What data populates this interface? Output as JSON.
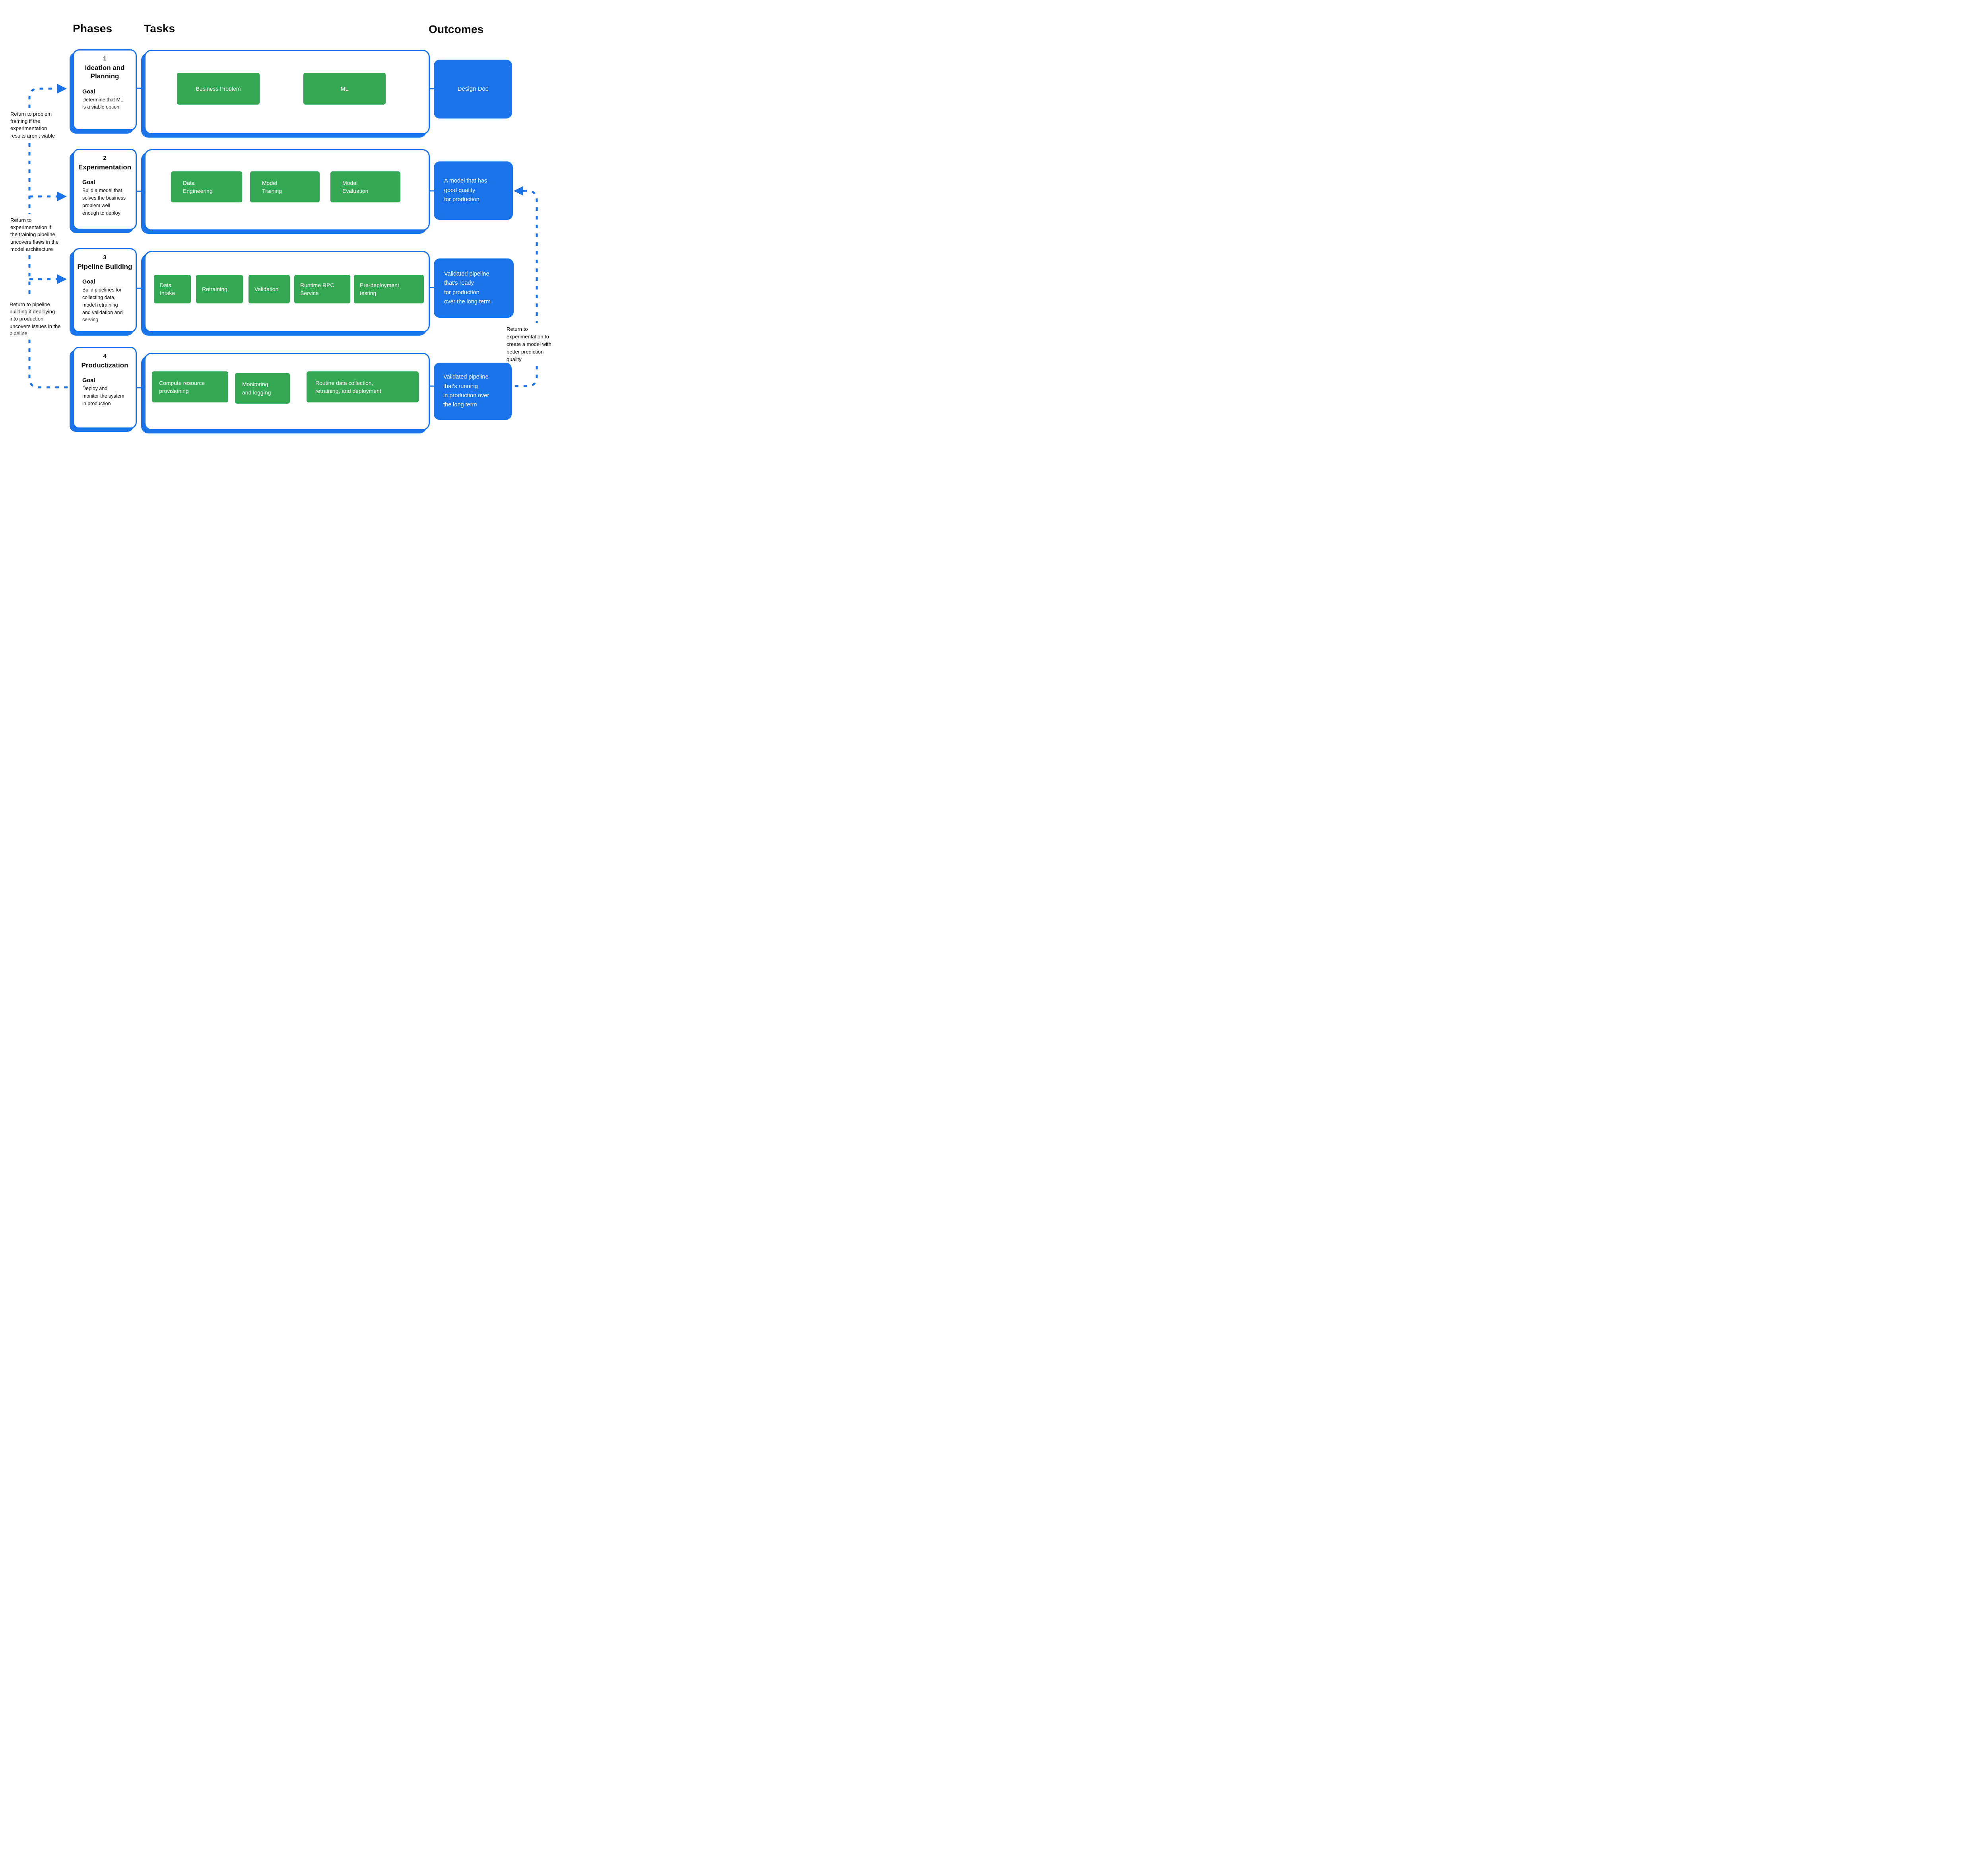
{
  "headers": {
    "phases": "Phases",
    "tasks": "Tasks",
    "outcomes": "Outcomes"
  },
  "colors": {
    "primary_blue": "#1A73E8",
    "task_green": "#34A853",
    "text_black": "#111111"
  },
  "rows": [
    {
      "phase": {
        "number": "1",
        "title": "Ideation and\nPlanning",
        "goal_label": "Goal",
        "goal_text": "Determine that ML\nis a viable option"
      },
      "tasks": [
        {
          "label": "Business Problem"
        },
        {
          "label": "ML"
        }
      ],
      "outcome": {
        "text": "Design Doc"
      }
    },
    {
      "phase": {
        "number": "2",
        "title": "Experimentation",
        "goal_label": "Goal",
        "goal_text": "Build a model that\nsolves the business\nproblem well\nenough to deploy"
      },
      "tasks": [
        {
          "label": "Data\nEngineering"
        },
        {
          "label": "Model\nTraining"
        },
        {
          "label": "Model\nEvaluation"
        }
      ],
      "outcome": {
        "text": "A model that has\ngood quality\nfor production"
      }
    },
    {
      "phase": {
        "number": "3",
        "title": "Pipeline Building",
        "goal_label": "Goal",
        "goal_text": "Build pipelines for\ncollecting data,\nmodel retraining\nand validation and\nserving"
      },
      "tasks": [
        {
          "label": "Data\nIntake"
        },
        {
          "label": "Retraining"
        },
        {
          "label": "Validation"
        },
        {
          "label": "Runtime RPC\nService"
        },
        {
          "label": "Pre-deployment\ntesting"
        }
      ],
      "outcome": {
        "text": "Validated pipeline\nthat’s ready\nfor production\nover the long term"
      }
    },
    {
      "phase": {
        "number": "4",
        "title": "Productization",
        "goal_label": "Goal",
        "goal_text": "Deploy and\nmonitor the system\nin production"
      },
      "tasks": [
        {
          "label": "Compute  resource\nprovisioning"
        },
        {
          "label": "Monitoring\nand logging"
        },
        {
          "label": "Routine data collection,\nretraining, and deployment"
        }
      ],
      "outcome": {
        "text": "Validated pipeline\nthat’s running\nin production over\nthe long term"
      }
    }
  ],
  "annotations": {
    "left_phase1": "Return to problem\nframing if the\nexperimentation\nresults aren’t viable",
    "left_phase2": "Return to\nexperimentation if\nthe training pipeline\nuncovers flaws in the\nmodel architecture",
    "left_phase3": "Return to pipeline\nbuilding if deploying\ninto production\nuncovers issues in the\npipeline",
    "right_experimentation": "Return to\nexperimentation to\ncreate a model with\nbetter prediction\nquality"
  }
}
